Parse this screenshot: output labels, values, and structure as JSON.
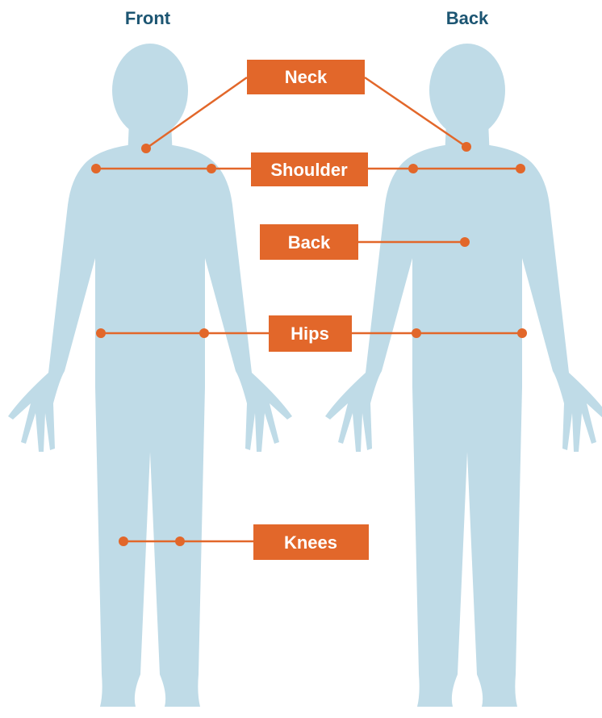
{
  "colors": {
    "body": "#bfdbe7",
    "accent": "#e2672a",
    "heading": "#1c5572",
    "label_text": "#ffffff"
  },
  "views": {
    "front": "Front",
    "back": "Back"
  },
  "labels": {
    "neck": "Neck",
    "shoulder": "Shoulder",
    "back": "Back",
    "hips": "Hips",
    "knees": "Knees"
  }
}
